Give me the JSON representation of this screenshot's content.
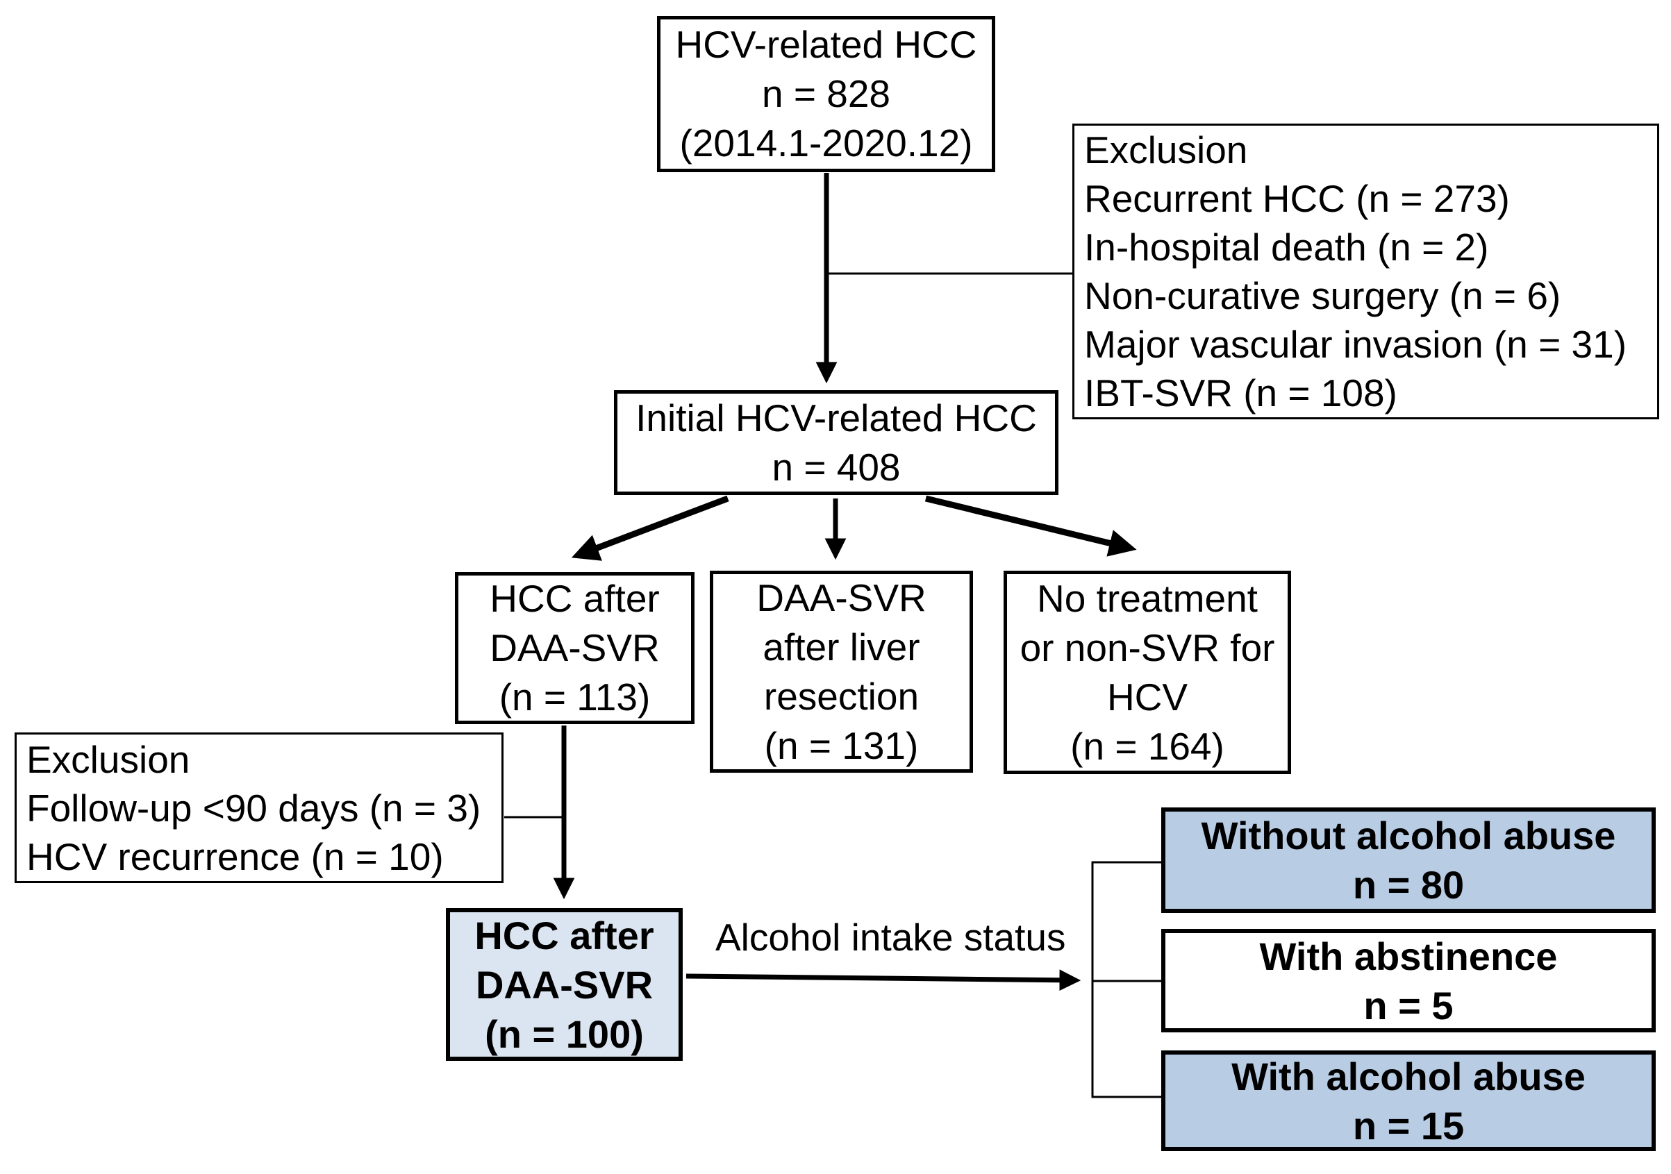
{
  "colors": {
    "border": "#000000",
    "text": "#000000",
    "highlight_fill": "#dbe5f1",
    "group_fill": "#b8cce4",
    "plain_fill": "#ffffff"
  },
  "nodes": {
    "hcv_related_hcc": {
      "lines": [
        "HCV-related HCC",
        "n = 828",
        "(2014.1-2020.12)"
      ]
    },
    "exclusion_initial": {
      "lines": [
        "Exclusion",
        "Recurrent HCC (n = 273)",
        "In-hospital death (n = 2)",
        "Non-curative surgery (n = 6)",
        "Major vascular invasion (n = 31)",
        "IBT-SVR (n = 108)"
      ]
    },
    "initial_hcc": {
      "lines": [
        "Initial HCV-related HCC",
        "n = 408"
      ]
    },
    "hcc_after_daa_svr": {
      "lines": [
        "HCC after",
        "DAA-SVR",
        "(n = 113)"
      ]
    },
    "daa_svr_after_resection": {
      "lines": [
        "DAA-SVR",
        "after liver",
        "resection",
        "(n = 131)"
      ]
    },
    "no_treatment_non_svr": {
      "lines": [
        "No treatment",
        "or non-SVR for",
        "HCV",
        "(n = 164)"
      ]
    },
    "exclusion_followup": {
      "lines": [
        "Exclusion",
        "Follow-up <90 days (n = 3)",
        "HCV recurrence (n = 10)"
      ]
    },
    "hcc_after_daa_svr_final": {
      "lines": [
        "HCC after",
        "DAA-SVR",
        "(n = 100)"
      ]
    },
    "without_alcohol_abuse": {
      "lines": [
        "Without alcohol abuse",
        "n = 80"
      ]
    },
    "with_abstinence": {
      "lines": [
        "With abstinence",
        "n = 5"
      ]
    },
    "with_alcohol_abuse": {
      "lines": [
        "With alcohol abuse",
        "n = 15"
      ]
    }
  },
  "edge_labels": {
    "alcohol_intake_status": "Alcohol intake status"
  }
}
